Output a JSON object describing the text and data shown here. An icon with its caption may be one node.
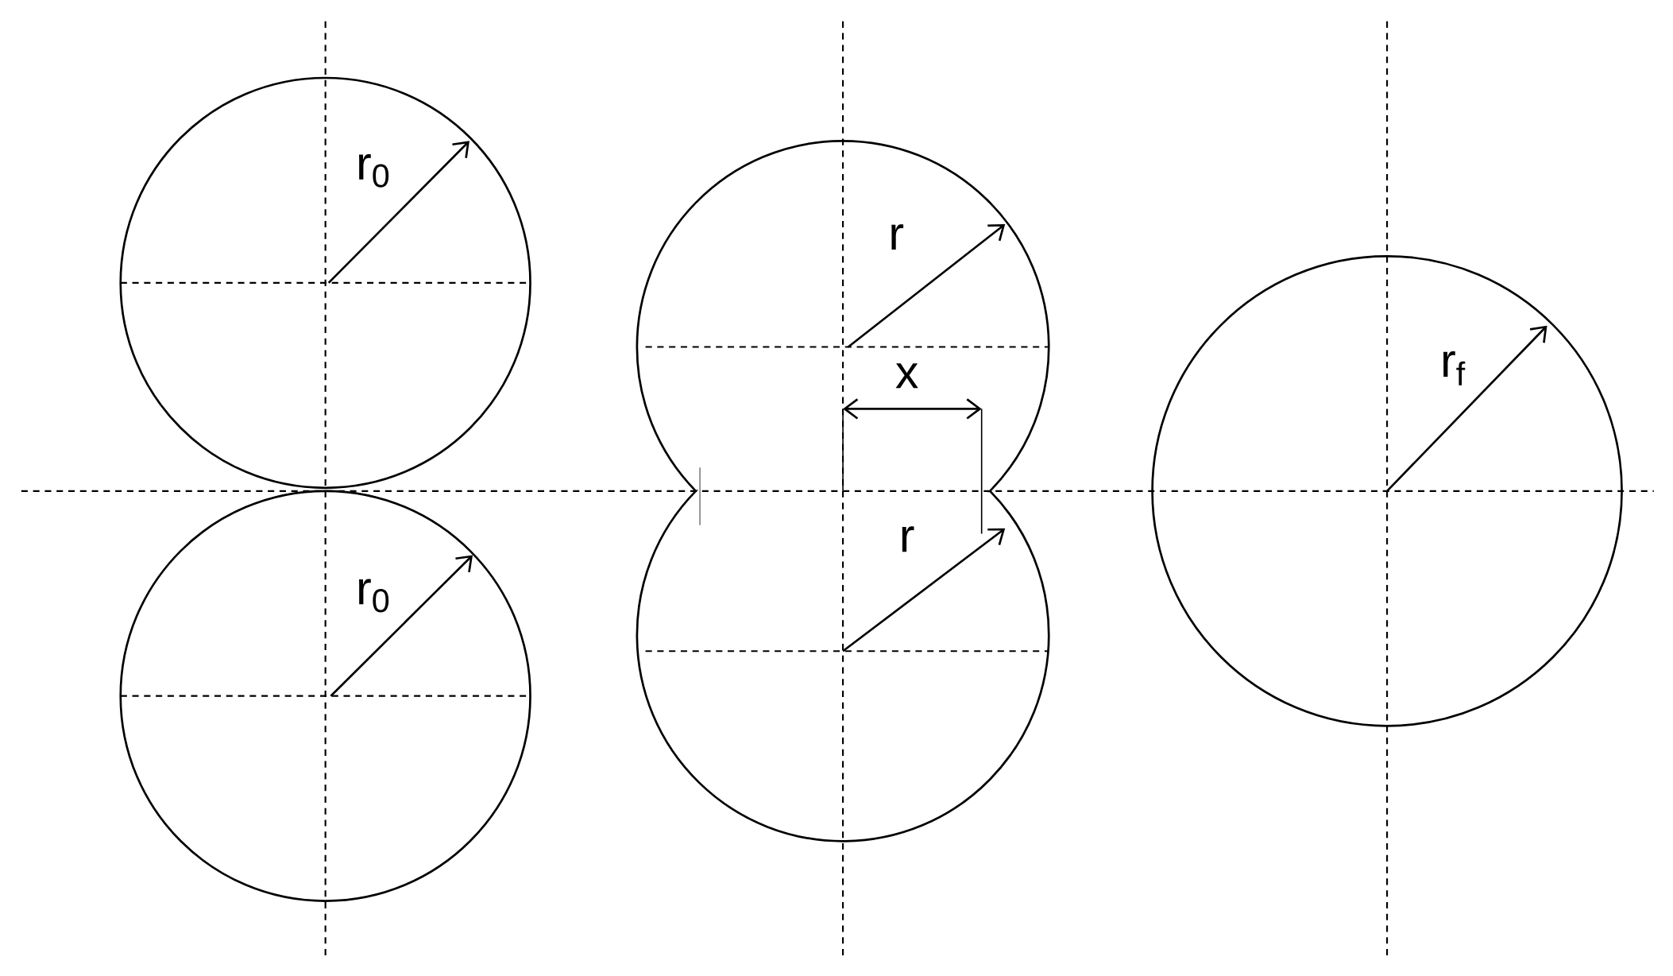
{
  "diagram": {
    "labels": [
      "r$_{0}$",
      "r$_{0}$",
      "r",
      "x",
      "r",
      "r$_{f}$"
    ]
  }
}
